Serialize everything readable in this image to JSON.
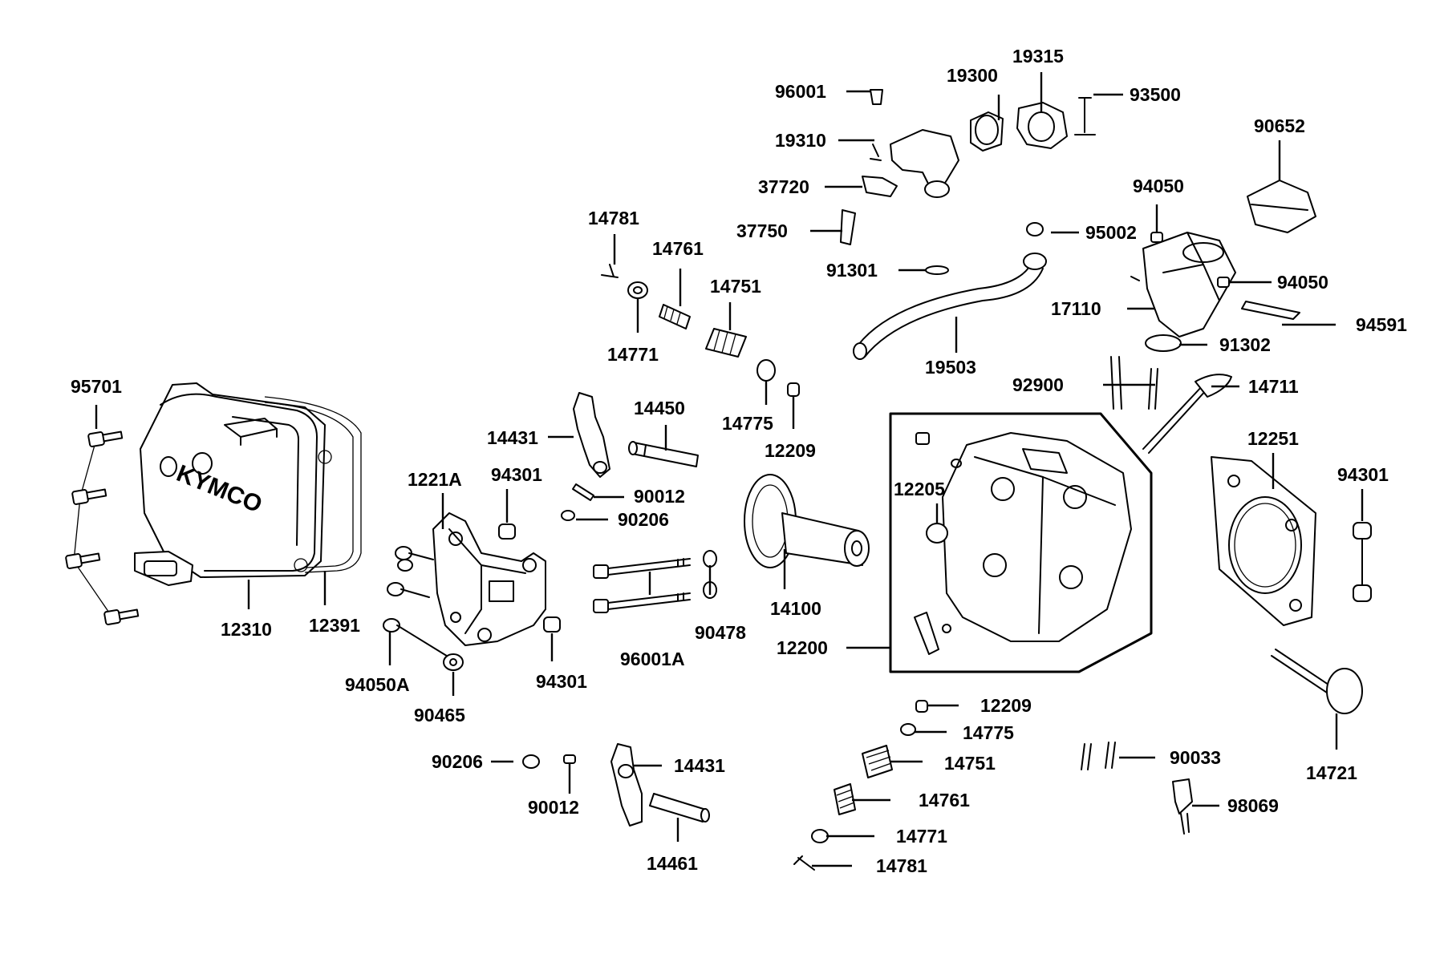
{
  "labels": {
    "p95701": "95701",
    "p12310": "12310",
    "p12391": "12391",
    "p1221A": "1221A",
    "p94301_a": "94301",
    "p94301_b": "94301",
    "p94301_c": "94301",
    "p94050A": "94050A",
    "p90465": "90465",
    "p14781_a": "14781",
    "p14781_b": "14781",
    "p14761_a": "14761",
    "p14761_b": "14761",
    "p14751_a": "14751",
    "p14751_b": "14751",
    "p14771_a": "14771",
    "p14771_b": "14771",
    "p14775_a": "14775",
    "p14775_b": "14775",
    "p12209_a": "12209",
    "p12209_b": "12209",
    "p14431_a": "14431",
    "p14431_b": "14431",
    "p14450": "14450",
    "p90012_a": "90012",
    "p90012_b": "90012",
    "p90206_a": "90206",
    "p90206_b": "90206",
    "p96001A": "96001A",
    "p90478": "90478",
    "p14100": "14100",
    "p12200": "12200",
    "p12205": "12205",
    "p96001": "96001",
    "p19310": "19310",
    "p37720": "37720",
    "p37750": "37750",
    "p19300": "19300",
    "p19315": "19315",
    "p93500": "93500",
    "p90652": "90652",
    "p94050_a": "94050",
    "p94050_b": "94050",
    "p95002": "95002",
    "p91301": "91301",
    "p17110": "17110",
    "p94591": "94591",
    "p91302": "91302",
    "p19503": "19503",
    "p92900": "92900",
    "p14711": "14711",
    "p12251": "12251",
    "p14721": "14721",
    "p90033": "90033",
    "p98069": "98069",
    "p14461": "14461"
  },
  "brand_mark": "KYMCO"
}
